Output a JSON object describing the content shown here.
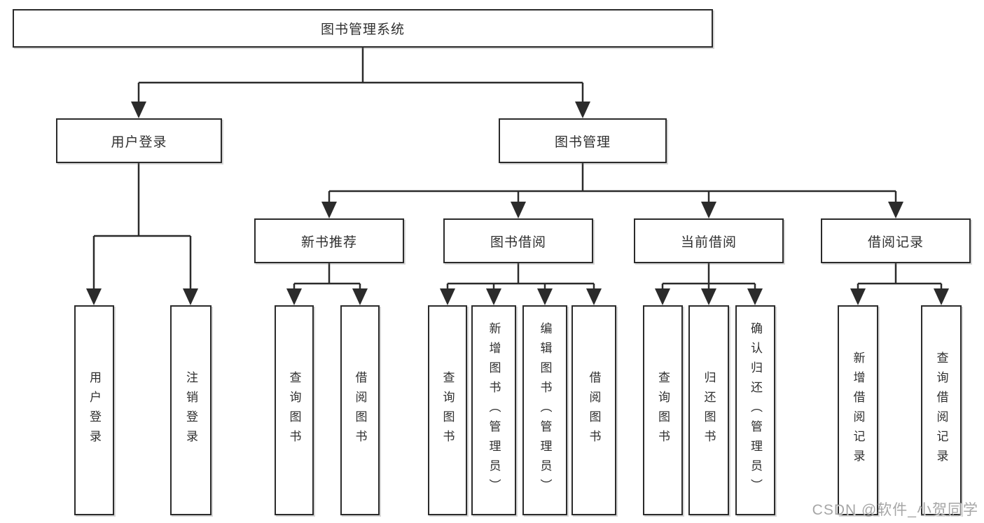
{
  "diagram": {
    "root": {
      "label": "图书管理系统"
    },
    "level2": [
      {
        "id": "user-login",
        "label": "用户登录"
      },
      {
        "id": "book-management",
        "label": "图书管理"
      }
    ],
    "level3": [
      {
        "id": "new-book-recommend",
        "label": "新书推荐"
      },
      {
        "id": "book-borrowing",
        "label": "图书借阅"
      },
      {
        "id": "current-borrowing",
        "label": "当前借阅"
      },
      {
        "id": "borrowing-records",
        "label": "借阅记录"
      }
    ],
    "leaves": {
      "user_login": [
        {
          "label": "用户登录"
        },
        {
          "label": "注销登录"
        }
      ],
      "new_book_recommend": [
        {
          "label": "查询图书"
        },
        {
          "label": "借阅图书"
        }
      ],
      "book_borrowing": [
        {
          "label": "查询图书"
        },
        {
          "label": "新增图书（管理员）"
        },
        {
          "label": "编辑图书（管理员）"
        },
        {
          "label": "借阅图书"
        }
      ],
      "current_borrowing": [
        {
          "label": "查询图书"
        },
        {
          "label": "归还图书"
        },
        {
          "label": "确认归还（管理员）"
        }
      ],
      "borrowing_records": [
        {
          "label": "新增借阅记录"
        },
        {
          "label": "查询借阅记录"
        }
      ]
    }
  },
  "watermark": {
    "text": "CSDN @软件_小贺同学"
  },
  "colors": {
    "line": "#2b2b2b",
    "box_border": "#2b2b2b",
    "text": "#2f2f2f",
    "watermark": "#969696",
    "background": "#ffffff"
  }
}
